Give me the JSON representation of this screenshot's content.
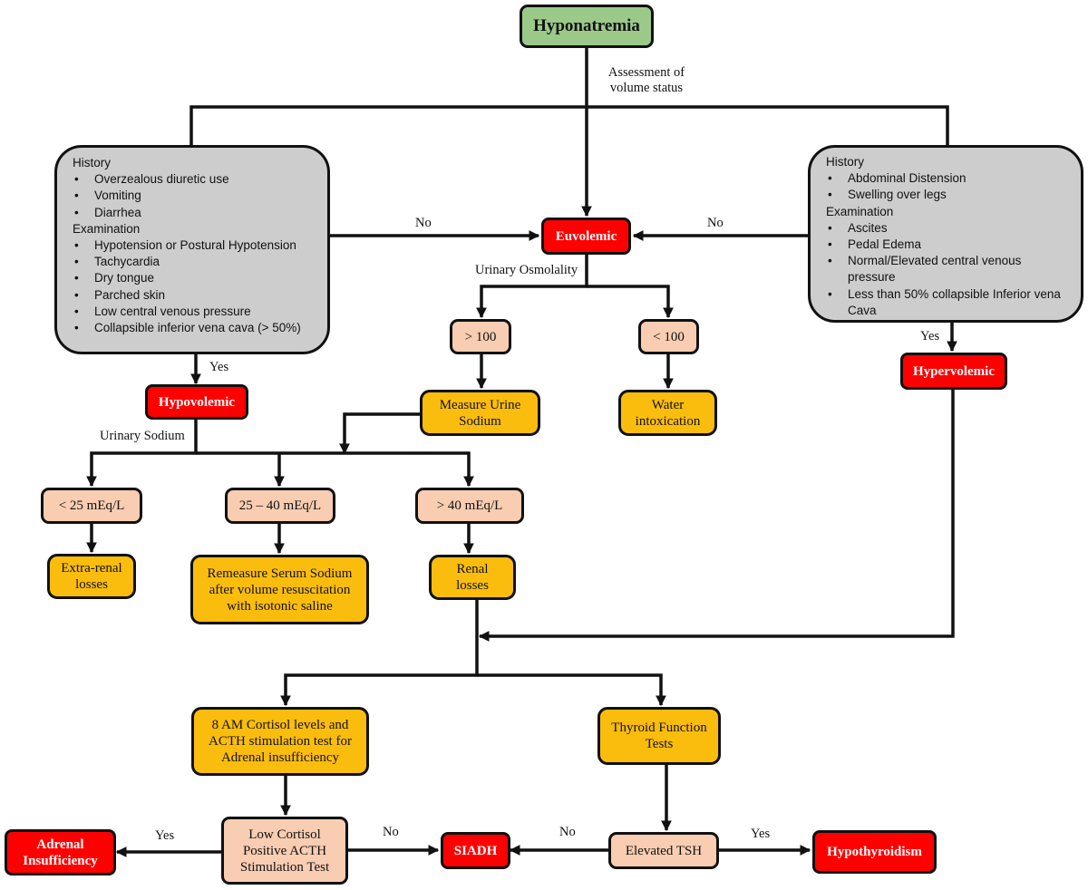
{
  "root": "Hyponatremia",
  "labels": {
    "assessment": "Assessment of volume status",
    "urinary_osmolality": "Urinary Osmolality",
    "urinary_sodium": "Urinary Sodium",
    "yes": "Yes",
    "no": "No"
  },
  "hypovolemic_findings": {
    "history_title": "History",
    "history_items": [
      "Overzealous diuretic use",
      "Vomiting",
      "Diarrhea"
    ],
    "exam_title": "Examination",
    "exam_items": [
      "Hypotension or Postural Hypotension",
      "Tachycardia",
      "Dry tongue",
      "Parched skin",
      "Low central venous pressure",
      "Collapsible inferior vena cava (> 50%)"
    ]
  },
  "hypervolemic_findings": {
    "history_title": "History",
    "history_items": [
      "Abdominal Distension",
      "Swelling over legs"
    ],
    "exam_title": "Examination",
    "exam_items": [
      "Ascites",
      "Pedal Edema",
      "Normal/Elevated central venous pressure",
      "Less than 50% collapsible Inferior vena Cava"
    ]
  },
  "nodes": {
    "euvolemic": "Euvolemic",
    "hypovolemic": "Hypovolemic",
    "hypervolemic": "Hypervolemic",
    "osm_gt100": "> 100",
    "osm_lt100": "< 100",
    "measure_urine_sodium": "Measure Urine Sodium",
    "water_intoxication": "Water intoxication",
    "na_lt25": "< 25 mEq/L",
    "na_25_40": "25 – 40 mEq/L",
    "na_gt40": "> 40 mEq/L",
    "extra_renal": "Extra-renal losses",
    "remeasure": "Remeasure Serum Sodium after volume resuscitation with isotonic saline",
    "renal_losses": "Renal losses",
    "cortisol_test": "8 AM Cortisol levels and ACTH stimulation test for Adrenal insufficiency",
    "thyroid_tests": "Thyroid Function Tests",
    "low_cortisol": "Low Cortisol Positive ACTH Stimulation Test",
    "elevated_tsh": "Elevated TSH",
    "adrenal_insufficiency": "Adrenal Insufficiency",
    "siadh": "SIADH",
    "hypothyroidism": "Hypothyroidism"
  },
  "colors": {
    "start": "#9bc98a",
    "diagnosis": "#ff0000",
    "action": "#fbbd0d",
    "criterion": "#f8cdb2",
    "findings": "#cdcdcd"
  }
}
